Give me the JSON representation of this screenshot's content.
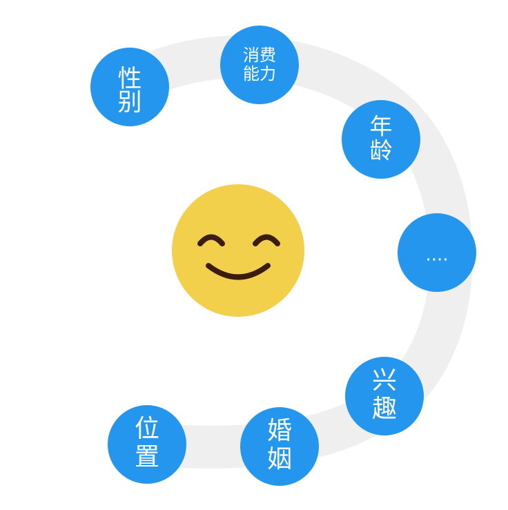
{
  "colors": {
    "ring": "#efefef",
    "node": "#2496ee",
    "node_text": "#ffffff",
    "face": "#f2d04b",
    "face_features": "#3a1d0e"
  },
  "center": {
    "icon": "smiling-face-icon"
  },
  "nodes": [
    {
      "id": "gender",
      "lines": [
        "性",
        "别"
      ]
    },
    {
      "id": "spending-power",
      "lines": [
        "消费",
        "能力"
      ]
    },
    {
      "id": "age",
      "lines": [
        "年",
        "龄"
      ]
    },
    {
      "id": "more",
      "lines": [
        "...."
      ]
    },
    {
      "id": "interests",
      "lines": [
        "兴",
        "趣"
      ]
    },
    {
      "id": "marriage",
      "lines": [
        "婚",
        "姻"
      ]
    },
    {
      "id": "location",
      "lines": [
        "位",
        "置"
      ]
    }
  ]
}
